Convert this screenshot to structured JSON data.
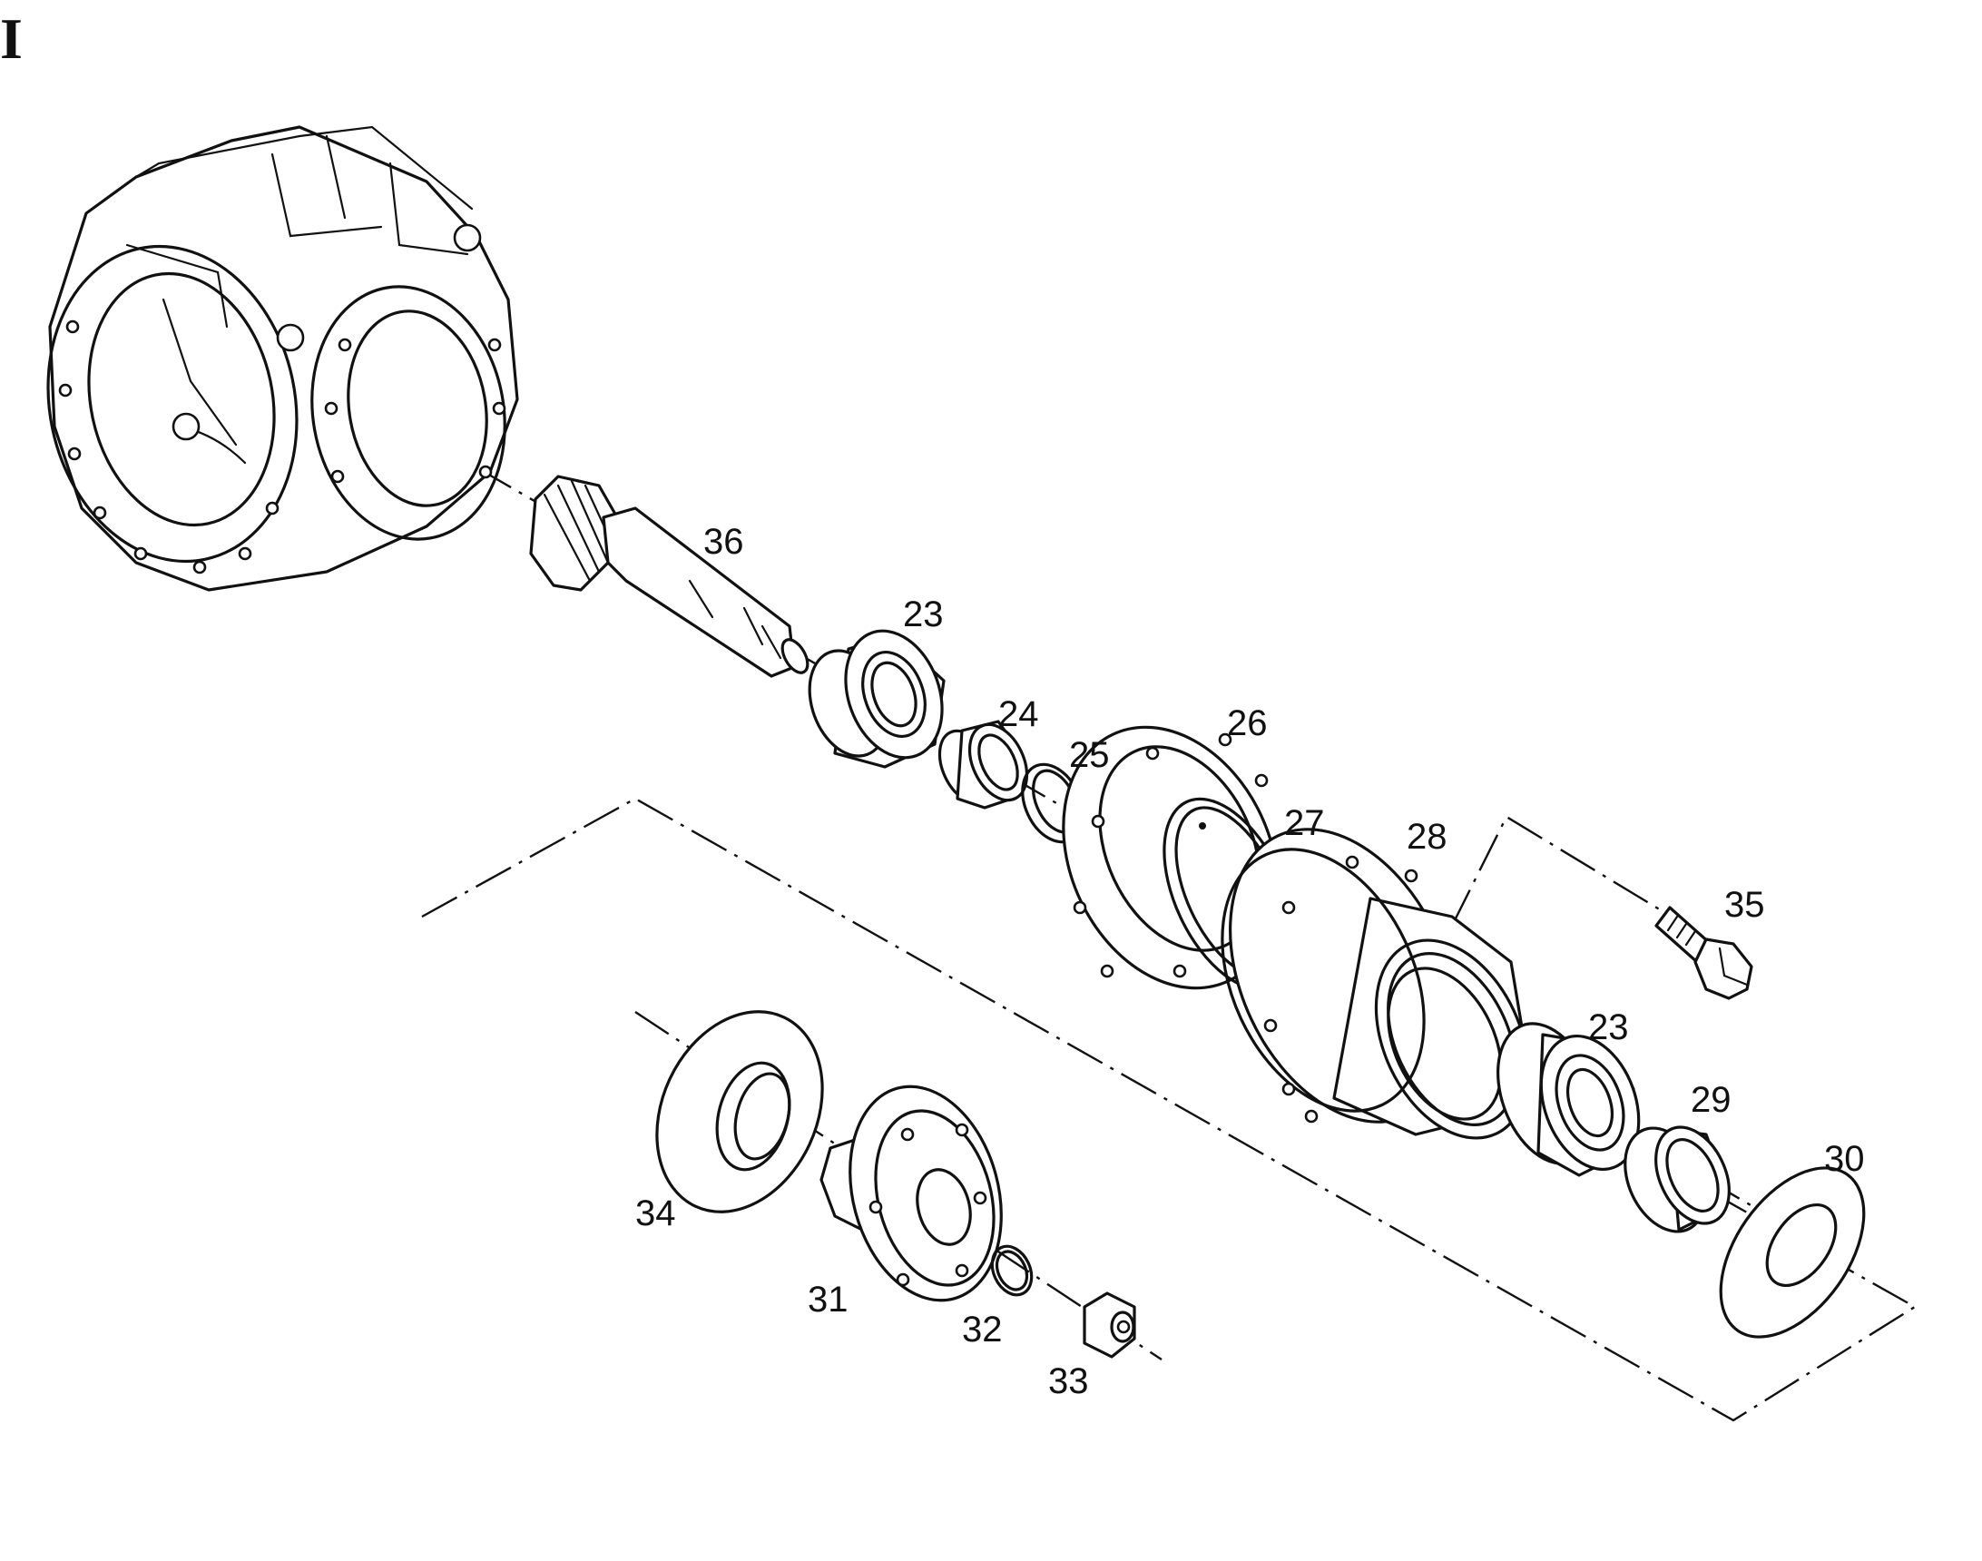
{
  "corner_mark": "I",
  "callouts": [
    {
      "id": "36",
      "text": "36"
    },
    {
      "id": "23a",
      "text": "23"
    },
    {
      "id": "24",
      "text": "24"
    },
    {
      "id": "25",
      "text": "25"
    },
    {
      "id": "26",
      "text": "26"
    },
    {
      "id": "27",
      "text": "27"
    },
    {
      "id": "28",
      "text": "28"
    },
    {
      "id": "35",
      "text": "35"
    },
    {
      "id": "23b",
      "text": "23"
    },
    {
      "id": "29",
      "text": "29"
    },
    {
      "id": "30",
      "text": "30"
    },
    {
      "id": "34",
      "text": "34"
    },
    {
      "id": "31",
      "text": "31"
    },
    {
      "id": "32",
      "text": "32"
    },
    {
      "id": "33",
      "text": "33"
    }
  ]
}
